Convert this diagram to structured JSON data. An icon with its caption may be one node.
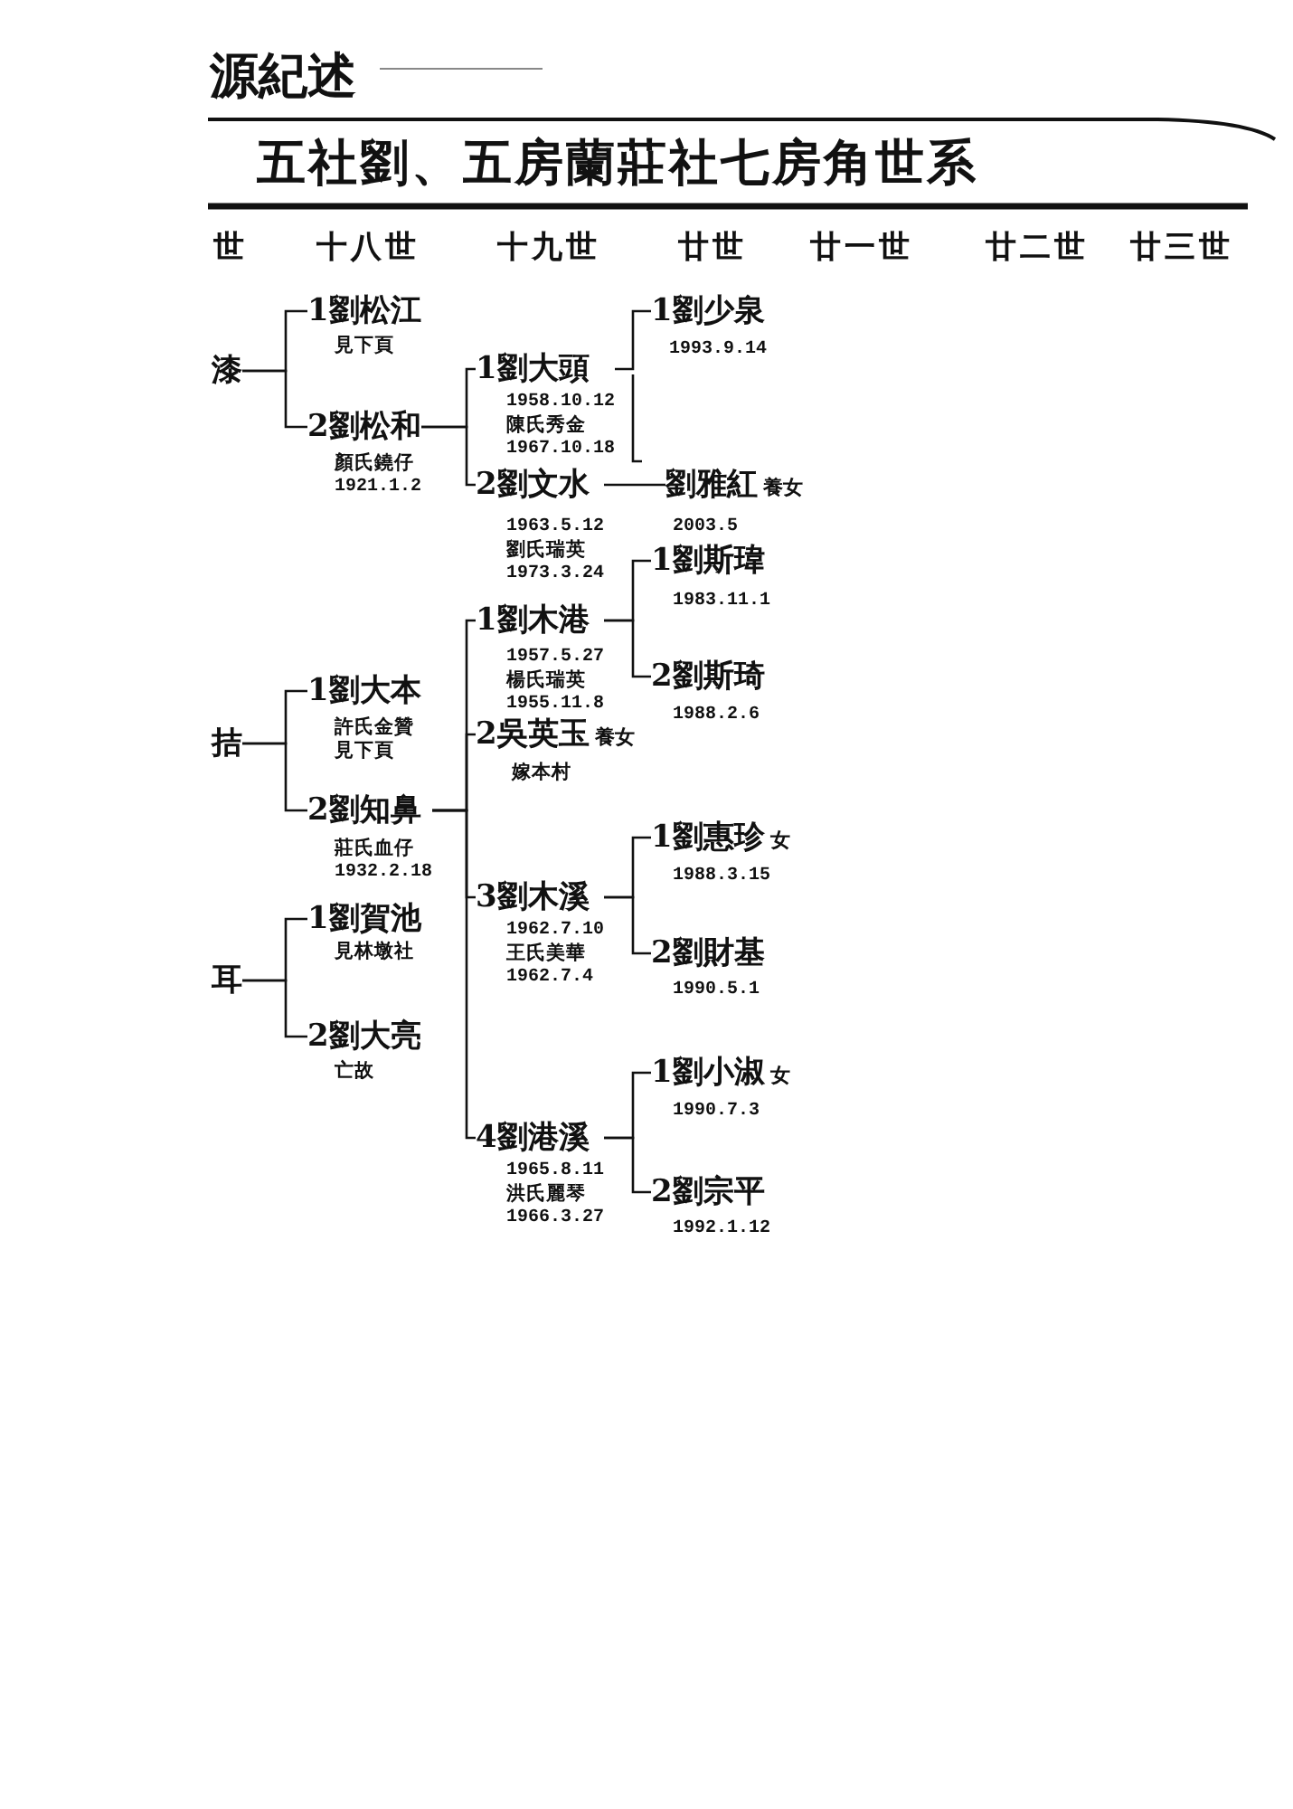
{
  "diagram": {
    "title": "五社劉、五房蘭莊社七房角世系",
    "nodes": [
      {
        "text": [
          "漆"
        ]
      },
      {
        "text": [
          "1劉松江",
          "見下頁"
        ]
      },
      {
        "text": [
          "2劉松和",
          "顏氏鐃仔",
          "1921.1.2"
        ]
      },
      {
        "text": [
          "1劉大頭",
          "1958.10.12",
          "陳氏秀金",
          "1967.10.18"
        ]
      },
      {
        "text": [
          "1劉少泉",
          "1993.9.14"
        ]
      },
      {
        "text": [
          "2劉文水",
          "1963.5.12",
          "劉氏瑞英",
          "1973.3.24"
        ]
      },
      {
        "text": [
          "劉雅紅",
          "2003.5"
        ],
        "beside": [
          "養女"
        ]
      },
      {
        "text": [
          "拮"
        ]
      },
      {
        "text": [
          "1劉大本",
          "許氏金贊",
          "見下頁"
        ]
      },
      {
        "text": [
          "2劉知鼻",
          "莊氏血仔",
          "1932.2.18"
        ]
      },
      {
        "text": [
          "1劉木港",
          "1957.5.27",
          "楊氏瑞英",
          "1955.11.8"
        ]
      },
      {
        "text": [
          "1劉斯瑋",
          "1983.11.1"
        ]
      },
      {
        "text": [
          "2劉斯琦",
          "1988.2.6"
        ]
      },
      {
        "text": [
          "2吳英玉",
          "嫁本村"
        ],
        "beside": [
          "養女"
        ]
      },
      {
        "text": [
          "3劉木溪",
          "1962.7.10",
          "王氏美華",
          "1962.7.4"
        ]
      },
      {
        "text": [
          "1劉惠珍",
          "1988.3.15"
        ],
        "beside": [
          "女"
        ]
      },
      {
        "text": [
          "2劉財基",
          "1990.5.1"
        ]
      },
      {
        "text": [
          "4劉港溪",
          "1965.8.11",
          "洪氏麗琴",
          "1966.3.27"
        ]
      },
      {
        "text": [
          "1劉小淑",
          "1990.7.3"
        ],
        "beside": [
          "女"
        ]
      },
      {
        "text": [
          "2劉宗平",
          "1992.1.12"
        ]
      },
      {
        "text": [
          "耳"
        ]
      },
      {
        "text": [
          "1劉賀池",
          "見林墩社"
        ]
      },
      {
        "text": [
          "2劉大亮",
          "亡故"
        ]
      }
    ],
    "edges": [
      {
        "from": 0,
        "to": 1,
        "arrow": "none"
      },
      {
        "from": 0,
        "to": 2,
        "arrow": "none"
      },
      {
        "from": 2,
        "to": 3,
        "arrow": "none"
      },
      {
        "from": 2,
        "to": 5,
        "arrow": "none"
      },
      {
        "from": 3,
        "to": 4,
        "arrow": "none"
      },
      {
        "from": 5,
        "to": 6,
        "arrow": "none"
      },
      {
        "from": 7,
        "to": 8,
        "arrow": "none"
      },
      {
        "from": 7,
        "to": 9,
        "arrow": "none"
      },
      {
        "from": 9,
        "to": 10,
        "arrow": "none"
      },
      {
        "from": 9,
        "to": 13,
        "arrow": "none"
      },
      {
        "from": 9,
        "to": 14,
        "arrow": "none"
      },
      {
        "from": 9,
        "to": 17,
        "arrow": "none"
      },
      {
        "from": 10,
        "to": 11,
        "arrow": "none"
      },
      {
        "from": 10,
        "to": 12,
        "arrow": "none"
      },
      {
        "from": 14,
        "to": 15,
        "arrow": "none"
      },
      {
        "from": 14,
        "to": 16,
        "arrow": "none"
      },
      {
        "from": 17,
        "to": 18,
        "arrow": "none"
      },
      {
        "from": 17,
        "to": 19,
        "arrow": "none"
      },
      {
        "from": 20,
        "to": 21,
        "arrow": "none"
      },
      {
        "from": 20,
        "to": 22,
        "arrow": "none"
      }
    ],
    "labels": [
      "源紀述",
      "世",
      "十八世",
      "十九世",
      "廿世",
      "廿一世",
      "廿二世",
      "廿三世"
    ]
  }
}
